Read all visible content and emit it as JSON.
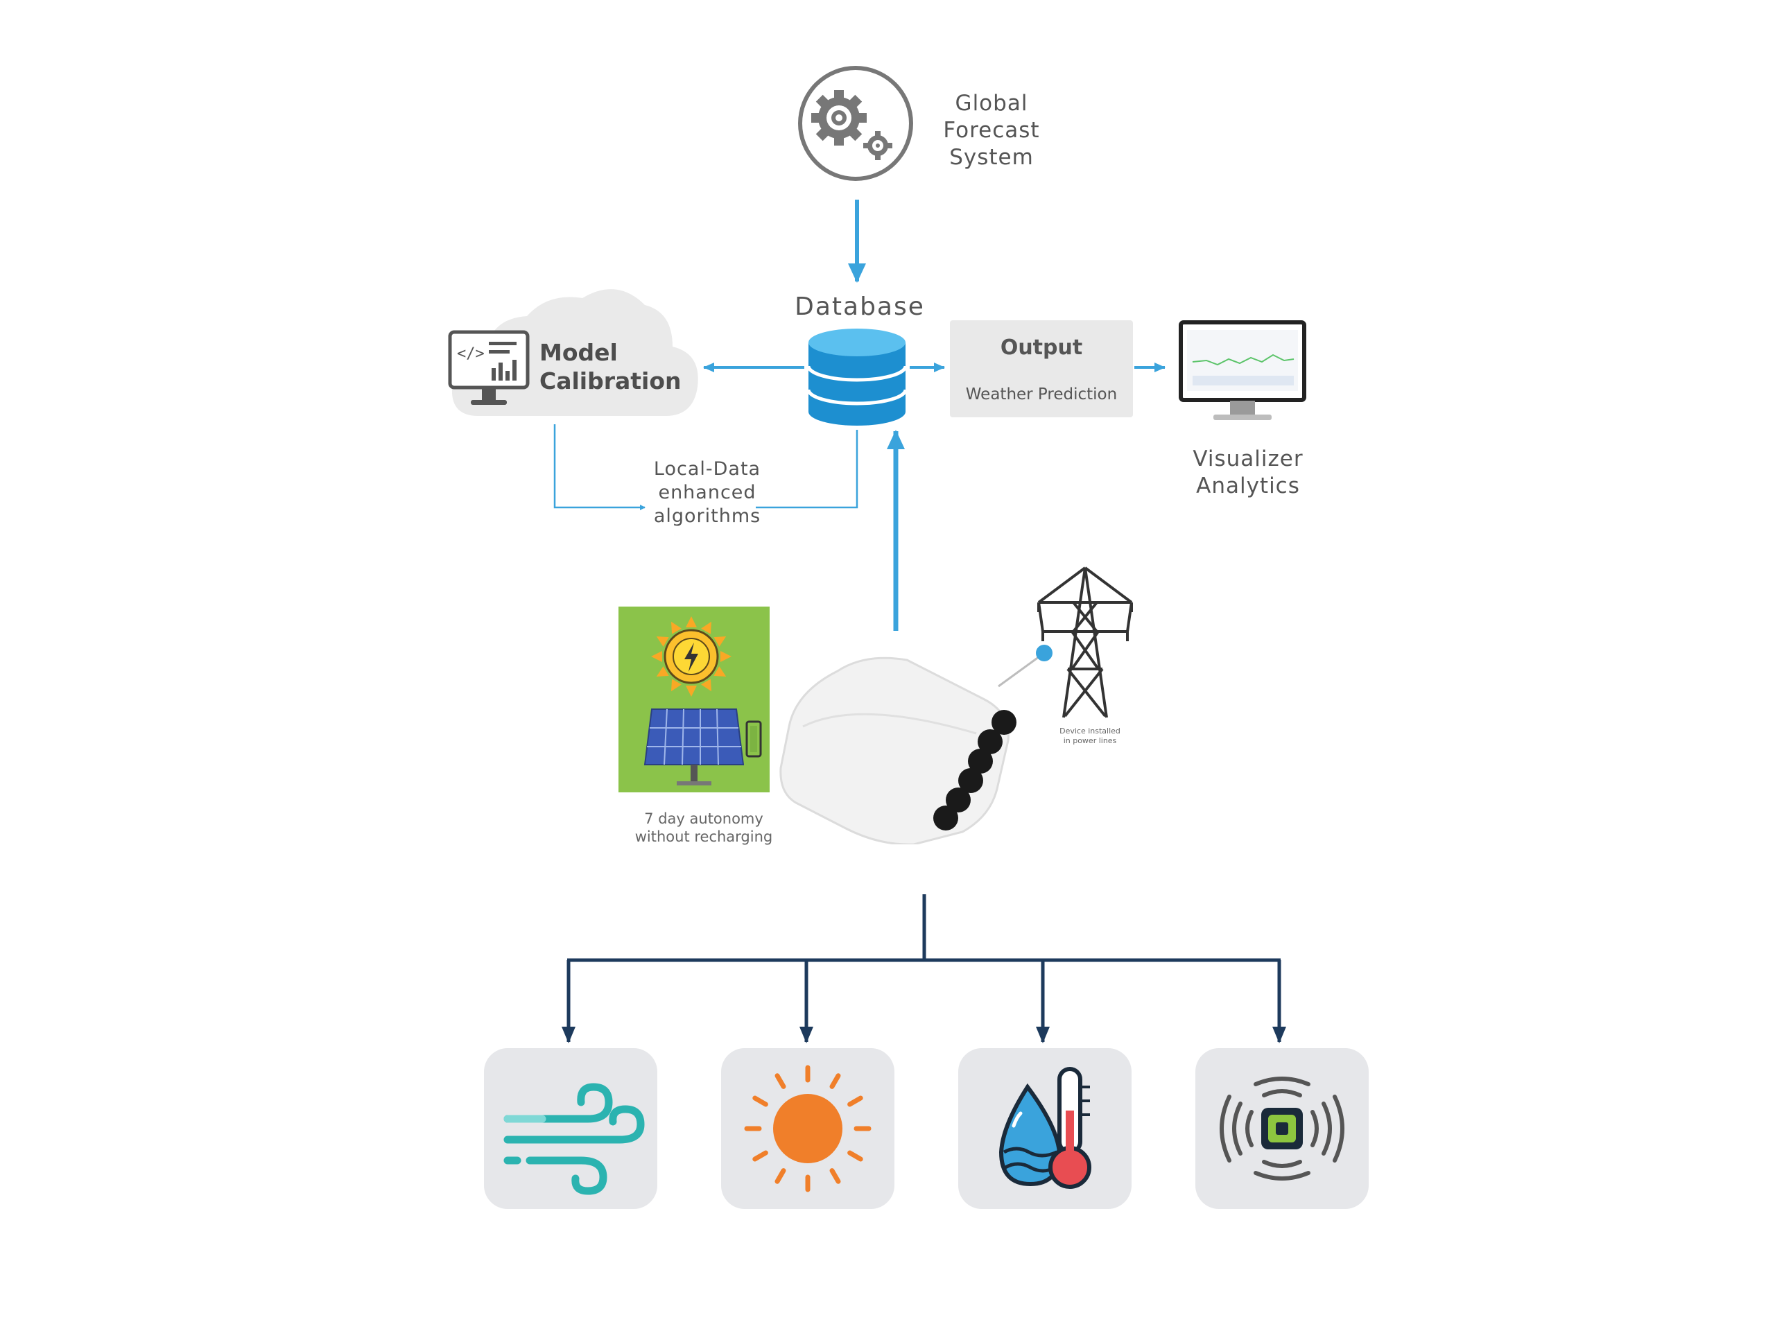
{
  "nodes": {
    "global_forecast": {
      "label_lines": [
        "Global",
        "Forecast",
        "System"
      ]
    },
    "database": {
      "label": "Database"
    },
    "model_calibration": {
      "label_lines": [
        "Model",
        "Calibration"
      ]
    },
    "output": {
      "title": "Output",
      "subtitle": "Weather Prediction"
    },
    "visualizer": {
      "label_lines": [
        "Visualizer",
        "Analytics"
      ]
    },
    "local_data": {
      "label_lines": [
        "Local-Data",
        "enhanced",
        "algorithms"
      ]
    },
    "solar_panel": {
      "caption_lines": [
        "7 day autonomy",
        "without recharging"
      ]
    },
    "power_tower": {
      "caption_lines": [
        "Device installed",
        "in power lines"
      ]
    }
  },
  "sensors": [
    {
      "icon": "wind-icon"
    },
    {
      "icon": "sun-icon"
    },
    {
      "icon": "humidity-temperature-icon"
    },
    {
      "icon": "vibration-sensor-icon"
    }
  ],
  "colors": {
    "flow_arrow": "#3aa3dc",
    "tree_arrow": "#1d3a5c",
    "tile_bg": "#e6e7ea",
    "solar_bg": "#8bc34a",
    "sun_orange": "#f07f2a",
    "wind_teal": "#2bb3b0",
    "output_box": "#e9e9e9"
  }
}
